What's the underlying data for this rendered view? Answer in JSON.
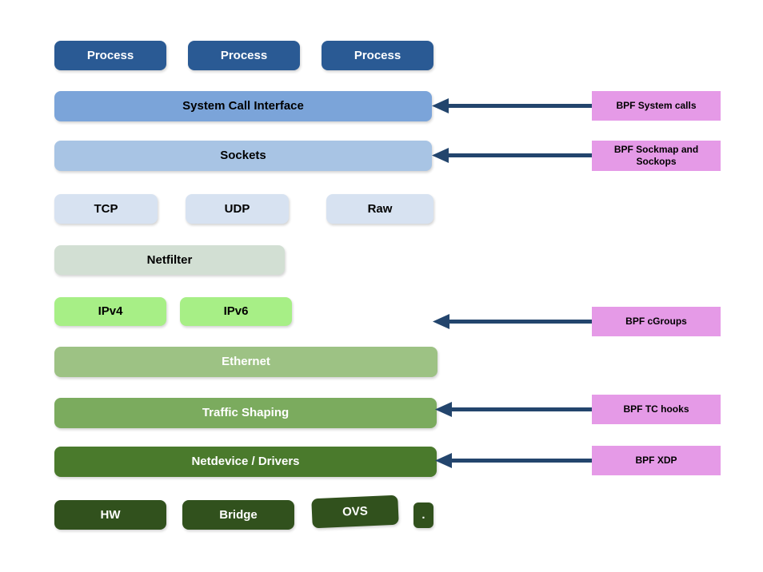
{
  "colors": {
    "process": "#2a5a94",
    "syscall": "#7ba4d9",
    "sockets": "#a8c4e4",
    "transport": "#d7e2f1",
    "netfilter": "#d2dfd3",
    "ip": "#a7ef86",
    "ethernet": "#9dc284",
    "traffic": "#7bab5e",
    "netdevice": "#4a7a2c",
    "hardware": "#31511d",
    "bpf_label_bg": "#e59ae7",
    "arrow": "#23456d"
  },
  "stack": {
    "processes": [
      {
        "label": "Process"
      },
      {
        "label": "Process"
      },
      {
        "label": "Process"
      }
    ],
    "syscall_interface": {
      "label": "System Call Interface"
    },
    "sockets": {
      "label": "Sockets"
    },
    "transport": [
      {
        "label": "TCP"
      },
      {
        "label": "UDP"
      },
      {
        "label": "Raw"
      }
    ],
    "netfilter": {
      "label": "Netfilter"
    },
    "network": [
      {
        "label": "IPv4"
      },
      {
        "label": "IPv6"
      }
    ],
    "ethernet": {
      "label": "Ethernet"
    },
    "traffic_shaping": {
      "label": "Traffic Shaping"
    },
    "netdevice": {
      "label": "Netdevice / Drivers"
    },
    "hardware": [
      {
        "label": "HW"
      },
      {
        "label": "Bridge"
      },
      {
        "label": "OVS"
      },
      {
        "label": "."
      }
    ]
  },
  "bpf_hooks": [
    {
      "label": "BPF System calls"
    },
    {
      "label": "BPF Sockmap and Sockops"
    },
    {
      "label": "BPF cGroups"
    },
    {
      "label": "BPF TC hooks"
    },
    {
      "label": "BPF XDP"
    }
  ]
}
